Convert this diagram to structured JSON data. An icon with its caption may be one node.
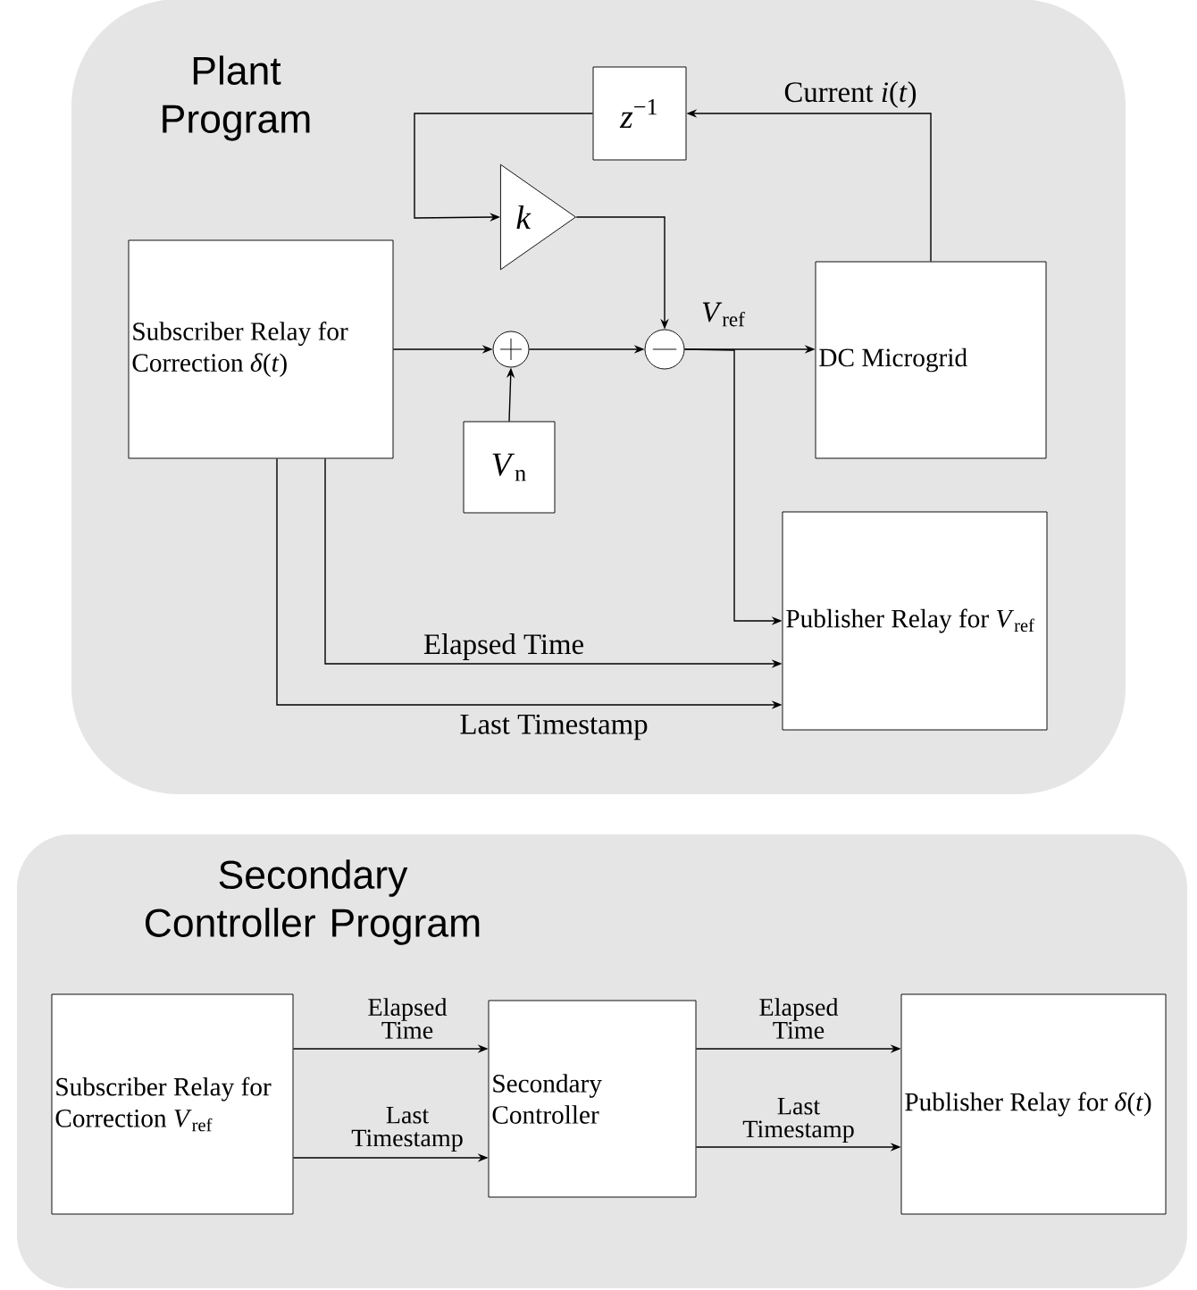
{
  "diagram": {
    "nodes": [
      {
        "text": [
          "Plant Program"
        ]
      },
      {
        "text": [
          "Subscriber Relay for Correction *δ*(*t*)"
        ],
        "in": 0
      },
      {
        "text": [
          "*z*$^{−1}$"
        ],
        "in": 0
      },
      {
        "text": [
          "*k*"
        ],
        "in": 0
      },
      {
        "text": [],
        "shape": "circle",
        "in": 0
      },
      {
        "text": [],
        "shape": "circle",
        "in": 0
      },
      {
        "text": [
          "*V*$_{n}$"
        ],
        "in": 0
      },
      {
        "text": [
          "DC Microgrid"
        ],
        "in": 0
      },
      {
        "text": [
          "Publisher Relay for *V*$_{ref}$"
        ],
        "in": 0
      },
      {
        "text": [
          "Secondary Controller Program"
        ]
      },
      {
        "text": [
          "Subscriber Relay for Correction *V*$_{ref}$"
        ],
        "in": 9
      },
      {
        "text": [
          "Secondary Controller"
        ],
        "in": 9
      },
      {
        "text": [
          "Publisher Relay for *δ*(*t*)"
        ],
        "in": 9
      }
    ],
    "edges": [
      {
        "from": 1,
        "to": 4,
        "arrow": "to"
      },
      {
        "from": 6,
        "to": 4,
        "arrow": "to"
      },
      {
        "from": 4,
        "to": 5,
        "arrow": "to"
      },
      {
        "from": 3,
        "to": 5,
        "arrow": "to"
      },
      {
        "from": 5,
        "to": 7,
        "arrow": "to",
        "label": "*V*$_{ref}$"
      },
      {
        "from": 7,
        "to": 2,
        "arrow": "to",
        "label": "Current *i*(*t*)"
      },
      {
        "from": 2,
        "to": 3,
        "arrow": "to"
      },
      {
        "from": 5,
        "to": 8,
        "arrow": "to"
      },
      {
        "from": 1,
        "to": 8,
        "arrow": "to",
        "label": "Elapsed Time"
      },
      {
        "from": 1,
        "to": 8,
        "arrow": "to",
        "label": "Last Timestamp"
      },
      {
        "from": 10,
        "to": 11,
        "arrow": "to",
        "label": "Elapsed Time"
      },
      {
        "from": 10,
        "to": 11,
        "arrow": "to",
        "label": "Last Timestamp"
      },
      {
        "from": 11,
        "to": 12,
        "arrow": "to",
        "label": "Elapsed Time"
      },
      {
        "from": 11,
        "to": 12,
        "arrow": "to",
        "label": "Last Timestamp"
      }
    ]
  }
}
